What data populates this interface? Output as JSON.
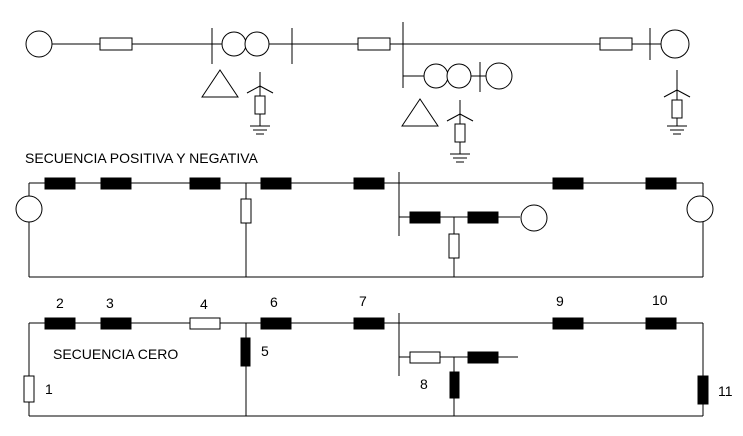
{
  "labels": {
    "positive_negative_title": "SECUENCIA POSITIVA Y NEGATIVA",
    "zero_title": "SECUENCIA CERO"
  },
  "zero_sequence_numbers": {
    "n1": "1",
    "n2": "2",
    "n3": "3",
    "n4": "4",
    "n5": "5",
    "n6": "6",
    "n7": "7",
    "n8": "8",
    "n9": "9",
    "n10": "10",
    "n11": "11"
  },
  "colors": {
    "line": "#000000",
    "filled_impedance": "#000000",
    "open_impedance": "#ffffff"
  }
}
